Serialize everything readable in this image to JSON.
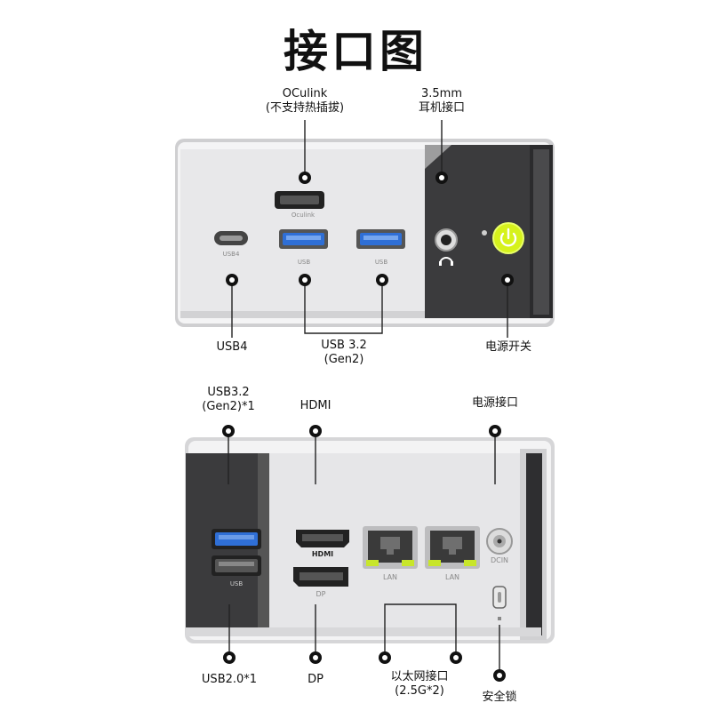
{
  "title": "接口图",
  "front": {
    "oculink_label": "OCulink",
    "oculink_note": "(不支持热插拔)",
    "audio_label_1": "3.5mm",
    "audio_label_2": "耳机接口",
    "usb4_label": "USB4",
    "usb32_label_1": "USB 3.2",
    "usb32_label_2": "(Gen2)",
    "power_switch_label": "电源开关",
    "port_text_oculink": "Oculink",
    "port_text_usb4": "USB4",
    "port_text_usb_a": "USB",
    "port_text_usb_b": "USB"
  },
  "rear": {
    "usb32_label_1": "USB3.2",
    "usb32_label_2": "(Gen2)*1",
    "hdmi_label": "HDMI",
    "power_in_label": "电源接口",
    "usb20_label": "USB2.0*1",
    "dp_label": "DP",
    "lan_label_1": "以太网接口",
    "lan_label_2": "(2.5G*2)",
    "lock_label": "安全锁",
    "port_text_usb": "USB",
    "port_text_hdmi": "HDMI",
    "port_text_dp": "DP",
    "port_text_lan_1": "LAN",
    "port_text_lan_2": "LAN",
    "port_text_dcin": "DCIN"
  },
  "colors": {
    "power_button": "#d6f21c",
    "usb_blue": "#2f6fd6",
    "lan_led": "#c8e62a",
    "dark_panel": "#3c3c3c",
    "silver_panel": "#e9e9ea"
  }
}
